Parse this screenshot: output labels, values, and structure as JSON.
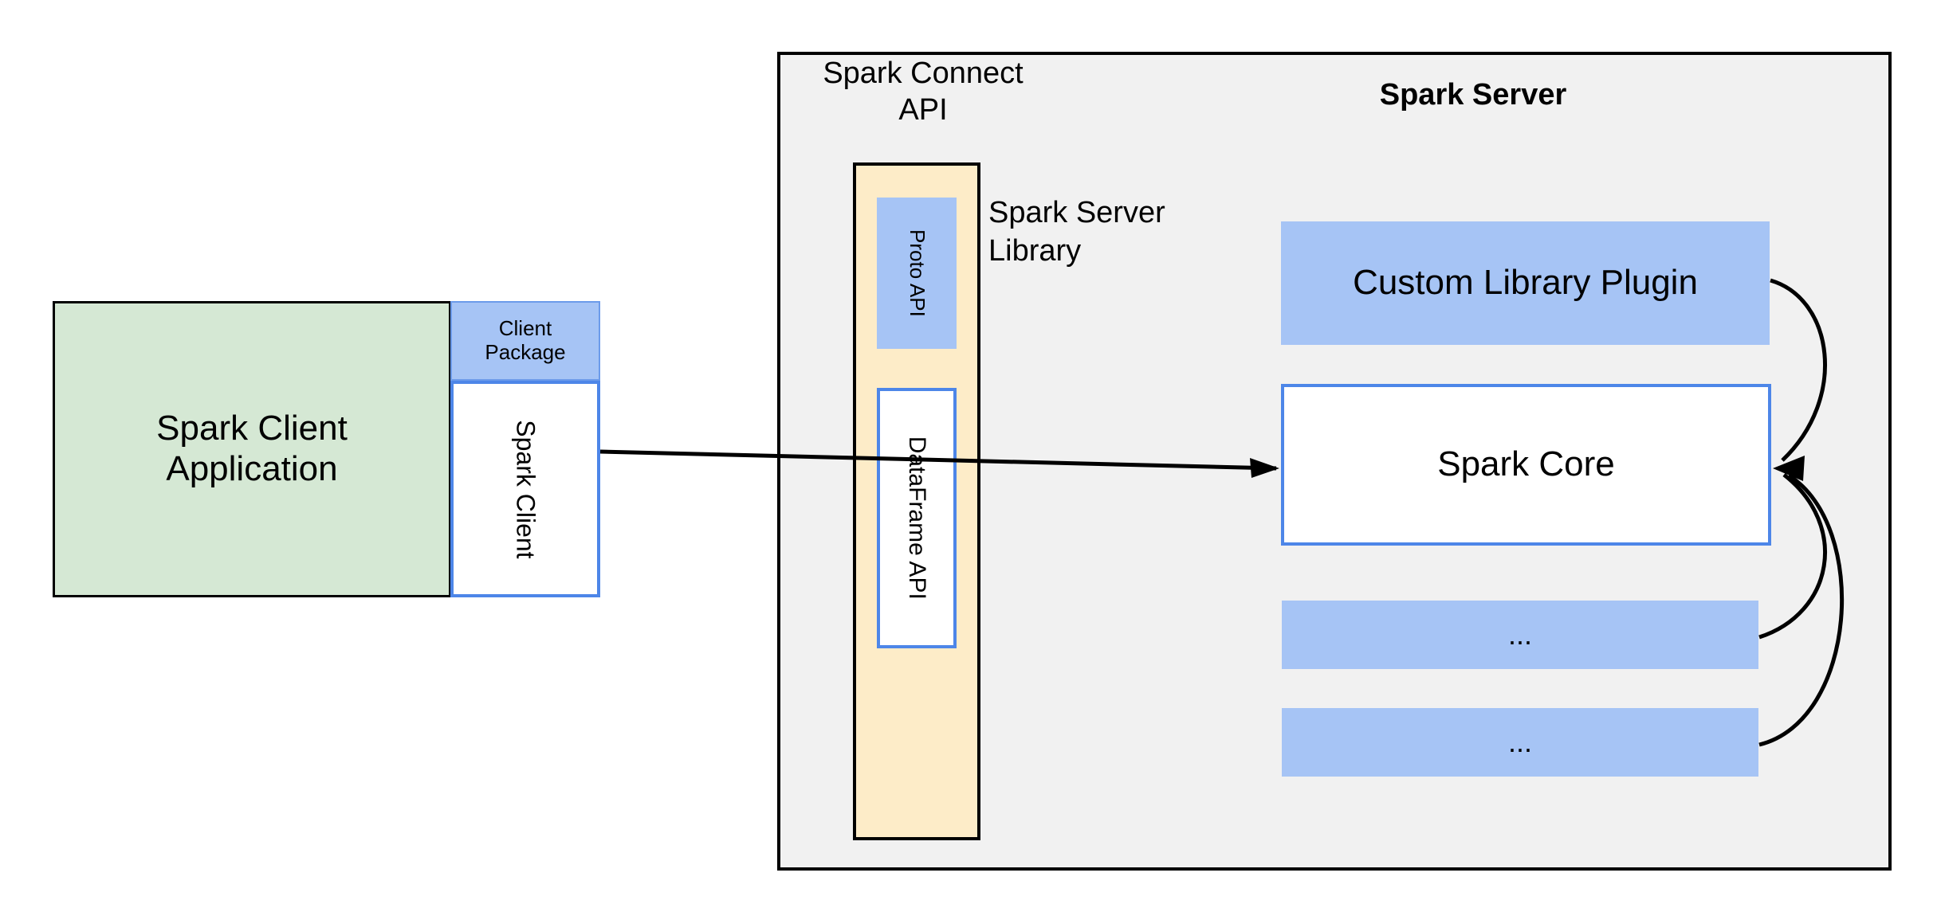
{
  "diagram": {
    "title": "Spark Connect architecture",
    "colors": {
      "client_app_fill": "#d5e8d4",
      "blue_fill": "#a6c4f5",
      "blue_stroke": "#4d86e8",
      "cream_fill": "#fdecc8",
      "panel_fill": "#f1f1f1",
      "panel_stroke": "#000000",
      "edge_stroke": "#000000",
      "white_fill": "#ffffff"
    }
  },
  "client": {
    "application_label": "Spark Client\nApplication",
    "application_line1": "Spark Client",
    "application_line2": "Application",
    "package_label": "Client\nPackage",
    "package_line1": "Client",
    "package_line2": "Package",
    "spark_client_label": "Spark Client"
  },
  "server": {
    "title": "Spark Server",
    "connect_api_label": "Spark Connect\nAPI",
    "connect_api_line1": "Spark Connect",
    "connect_api_line2": "API",
    "server_library_label": "Spark Server\nLibrary",
    "server_library_line1": "Spark Server",
    "server_library_line2": "Library",
    "connect_stack": [
      {
        "label": "Proto API",
        "fill": "#a6c4f5",
        "orientation": "vertical"
      },
      {
        "label": "DataFrame API",
        "fill": "#ffffff",
        "orientation": "vertical"
      }
    ],
    "components": [
      {
        "label": "Custom Library Plugin",
        "fill": "#a6c4f5"
      },
      {
        "label": "Spark Core",
        "fill": "#ffffff"
      },
      {
        "label": "...",
        "fill": "#a6c4f5"
      },
      {
        "label": "...",
        "fill": "#a6c4f5"
      }
    ],
    "core_label": "Spark Core",
    "custom_plugin_label": "Custom Library Plugin",
    "ellipsis_label": "..."
  },
  "edges": [
    {
      "from": "Spark Client",
      "to": "Spark Core",
      "style": "straight-arrow"
    },
    {
      "from": "Custom Library Plugin",
      "to": "Spark Core",
      "style": "curved-arrow"
    },
    {
      "from": "...",
      "to": "Spark Core",
      "style": "curved-arrow"
    },
    {
      "from": "...",
      "to": "Spark Core",
      "style": "curved-arrow"
    }
  ]
}
